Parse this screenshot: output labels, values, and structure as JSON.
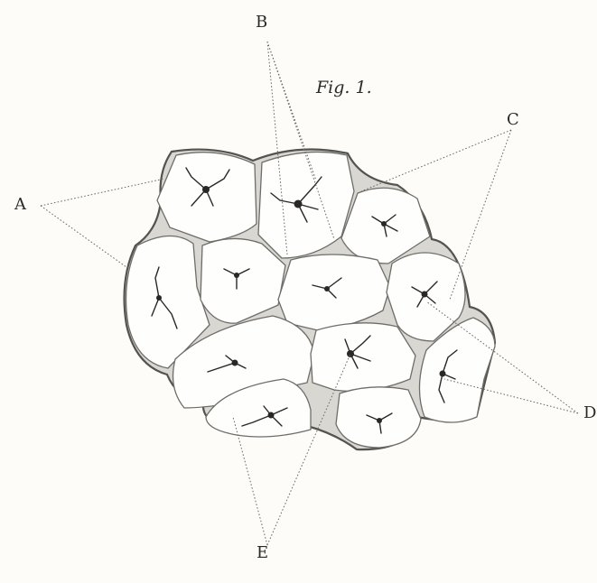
{
  "figure": {
    "title": "Fig. 1.",
    "labels": {
      "a": "A",
      "b": "B",
      "c": "C",
      "d": "D",
      "e": "E"
    }
  }
}
